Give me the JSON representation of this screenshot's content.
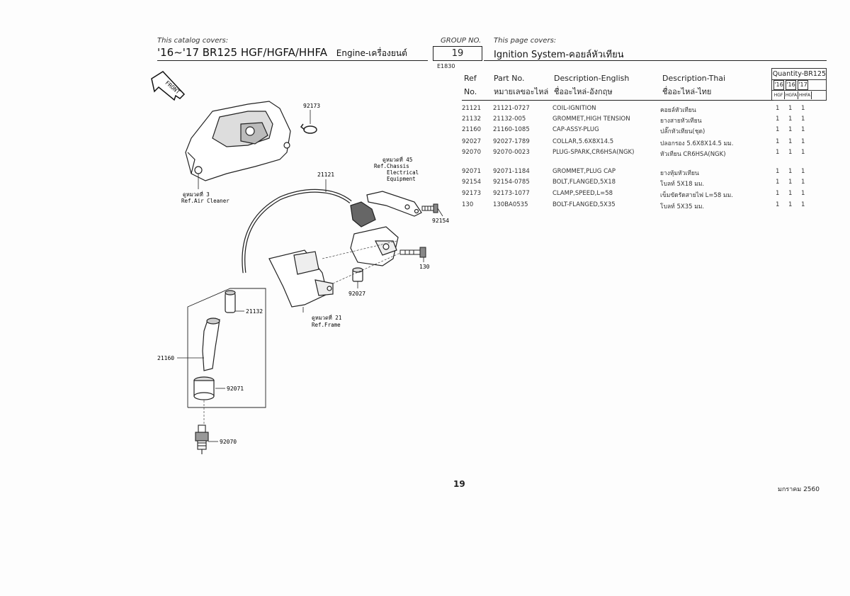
{
  "header": {
    "catalog_covers_label": "This catalog covers:",
    "catalog_title": "'16~'17 BR125 HGF/HGFA/HHFA",
    "section": "Engine-เครื่องยนต์",
    "group_no_label": "GROUP NO.",
    "group_no": "19",
    "page_covers_label": "This page covers:",
    "page_title": "Ignition System-คอยล์หัวเทียน",
    "diagram_code": "E1830"
  },
  "table": {
    "col_ref": [
      "Ref",
      "No."
    ],
    "col_part": [
      "Part No.",
      "หมายเลขอะไหล่"
    ],
    "col_desc_en": [
      "Description-English",
      "ชื่ออะไหล่-อังกฤษ"
    ],
    "col_desc_th": [
      "Description-Thai",
      "ชื่ออะไหล่-ไทย"
    ],
    "quantity_title": "Quantity-BR125",
    "years": [
      "'16",
      "'16",
      "'17"
    ],
    "models": [
      "HGF",
      "HGFA",
      "HHFA"
    ],
    "rows": [
      {
        "ref": "21121",
        "part": "21121-0727",
        "en": "COIL-IGNITION",
        "th": "คอยล์หัวเทียน",
        "q": [
          "1",
          "1",
          "1"
        ]
      },
      {
        "ref": "21132",
        "part": "21132-005",
        "en": "GROMMET,HIGH TENSION",
        "th": "ยางสายหัวเทียน",
        "q": [
          "1",
          "1",
          "1"
        ]
      },
      {
        "ref": "21160",
        "part": "21160-1085",
        "en": "CAP-ASSY-PLUG",
        "th": "ปลั๊กหัวเทียน(ชุด)",
        "q": [
          "1",
          "1",
          "1"
        ]
      },
      {
        "ref": "92027",
        "part": "92027-1789",
        "en": "COLLAR,5.6X8X14.5",
        "th": "ปลอกรอง 5.6X8X14.5 มม.",
        "q": [
          "1",
          "1",
          "1"
        ]
      },
      {
        "ref": "92070",
        "part": "92070-0023",
        "en": "PLUG-SPARK,CR6HSA(NGK)",
        "th": "หัวเทียน CR6HSA(NGK)",
        "q": [
          "1",
          "1",
          "1"
        ]
      },
      {
        "ref": "92071",
        "part": "92071-1184",
        "en": "GROMMET,PLUG CAP",
        "th": "ยางหุ้มหัวเทียน",
        "q": [
          "1",
          "1",
          "1"
        ]
      },
      {
        "ref": "92154",
        "part": "92154-0785",
        "en": "BOLT,FLANGED,5X18",
        "th": "โบลท์ 5X18 มม.",
        "q": [
          "1",
          "1",
          "1"
        ]
      },
      {
        "ref": "92173",
        "part": "92173-1077",
        "en": "CLAMP,SPEED,L=58",
        "th": "เข็มขัดรัดสายไฟ L=58 มม.",
        "q": [
          "1",
          "1",
          "1"
        ]
      },
      {
        "ref": "130",
        "part": "130BA0535",
        "en": "BOLT-FLANGED,5X35",
        "th": "โบลท์ 5X35 มม.",
        "q": [
          "1",
          "1",
          "1"
        ]
      }
    ]
  },
  "diagram": {
    "front_label": "FRONT",
    "labels": {
      "l92173": "92173",
      "l21121": "21121",
      "l92154": "92154",
      "l130": "130",
      "l92027": "92027",
      "l21132": "21132",
      "l21160": "21160",
      "l92071": "92071",
      "l92070": "92070"
    },
    "ref_air": [
      "ดูหมวดที่ 3",
      "Ref.Air Cleaner"
    ],
    "ref_chassis": [
      "ดูหมวดที่ 45",
      "Ref.Chassis",
      "Electrical",
      "Equipment"
    ],
    "ref_frame": [
      "ดูหมวดที่ 21",
      "Ref.Frame"
    ]
  },
  "footer": {
    "page_number": "19",
    "date": "มกราคม 2560"
  }
}
